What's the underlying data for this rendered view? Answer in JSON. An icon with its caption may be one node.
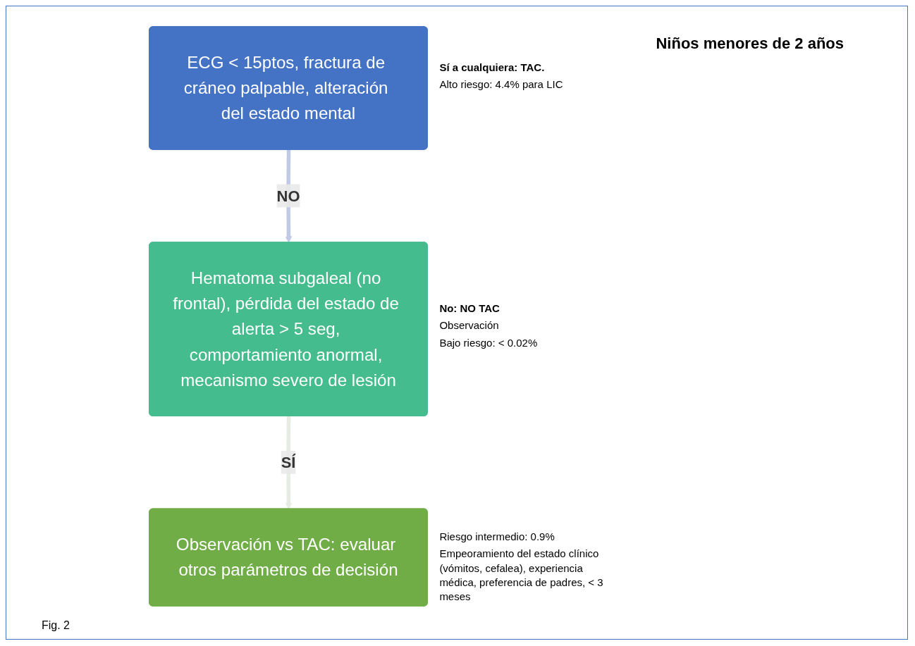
{
  "diagram": {
    "title": "Niños menores de 2 años",
    "caption": "Fig. 2",
    "nodes": [
      {
        "text": [
          "ECG < 15ptos, fractura de cráneo palpable, alteración del estado mental"
        ],
        "beside": [
          "Sí a cualquiera: TAC.",
          "Alto riesgo: 4.4% para LIC"
        ]
      },
      {
        "text": [
          "Hematoma subgaleal (no frontal), pérdida del estado de alerta > 5 seg, comportamiento anormal, mecanismo severo de lesión"
        ],
        "beside": [
          "No: NO TAC",
          "Observación",
          "Bajo riesgo: < 0.02%"
        ]
      },
      {
        "text": [
          "Observación vs TAC: evaluar otros parámetros de decisión"
        ],
        "beside": [
          "Riesgo intermedio: 0.9%",
          "Empeoramiento del estado clínico (vómitos, cefalea), experiencia médica, preferencia de padres, < 3 meses"
        ]
      }
    ],
    "edges": [
      {
        "from": 0,
        "to": 1,
        "arrow": "to",
        "label": "NO",
        "color": "#c0cae6"
      },
      {
        "from": 1,
        "to": 2,
        "arrow": "to",
        "label": "SÍ",
        "color": "#e6ece2"
      }
    ]
  }
}
